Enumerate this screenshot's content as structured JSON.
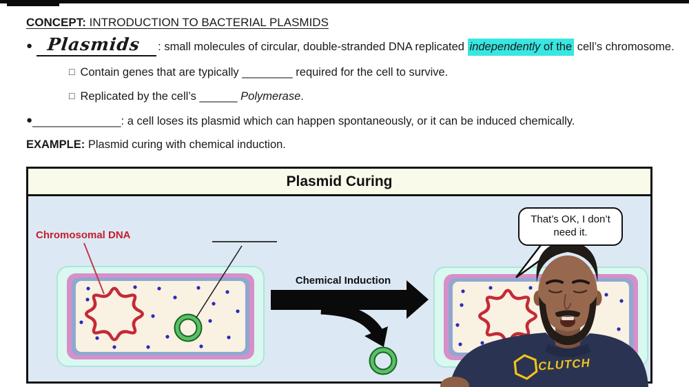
{
  "page": {
    "concept_label": "CONCEPT:",
    "concept_title": " INTRODUCTION TO BACTERIAL PLASMIDS",
    "bullet_marker": "●",
    "square_marker": "□",
    "bullet1": {
      "handwritten": "Plasmids",
      "colon": ": ",
      "text_pre": "small molecules of circular, double-stranded DNA replicated ",
      "highlight_italic": "independently",
      "highlight_rest": " of the",
      "text_post": " cell’s chromosome."
    },
    "sub_bullet1": {
      "pre": "Contain genes that are typically ",
      "blank": "________",
      "post": " required for the cell to survive."
    },
    "sub_bullet2": {
      "pre": "Replicated by the cell’s ",
      "blank": "______ ",
      "italic_word": "Polymerase",
      "post": "."
    },
    "bullet2": {
      "blank": "______________",
      "text": ": a cell loses its plasmid which can happen spontaneously, or it can be induced chemically."
    },
    "example_label": "EXAMPLE:",
    "example_text": " Plasmid curing with chemical induction."
  },
  "diagram": {
    "title": "Plasmid Curing",
    "chromosomal_dna_label": "Chromosomal DNA",
    "chemical_induction_label": "Chemical Induction",
    "speech_bubble_line1": "That’s OK, I don’t",
    "speech_bubble_line2": "need it.",
    "shirt_logo": "CLUTCH"
  },
  "colors": {
    "highlight_cyan": "#38E6E2",
    "header_cream": "#FAFAEA",
    "diagram_blue": "#DCE9F5",
    "capsule_cyan": "#D9F8F0",
    "cell_wall_pink": "#D78FC9",
    "membrane_blue": "#8FA8D0",
    "cytoplasm_cream": "#F9F1E2",
    "dna_red": "#C32B36",
    "plasmid_green": "#2F9342",
    "ribosome_dot_blue": "#2B2BB8",
    "label_red": "#C41E2A",
    "shirt_navy": "#2A3352",
    "logo_yellow": "#F2C318"
  }
}
